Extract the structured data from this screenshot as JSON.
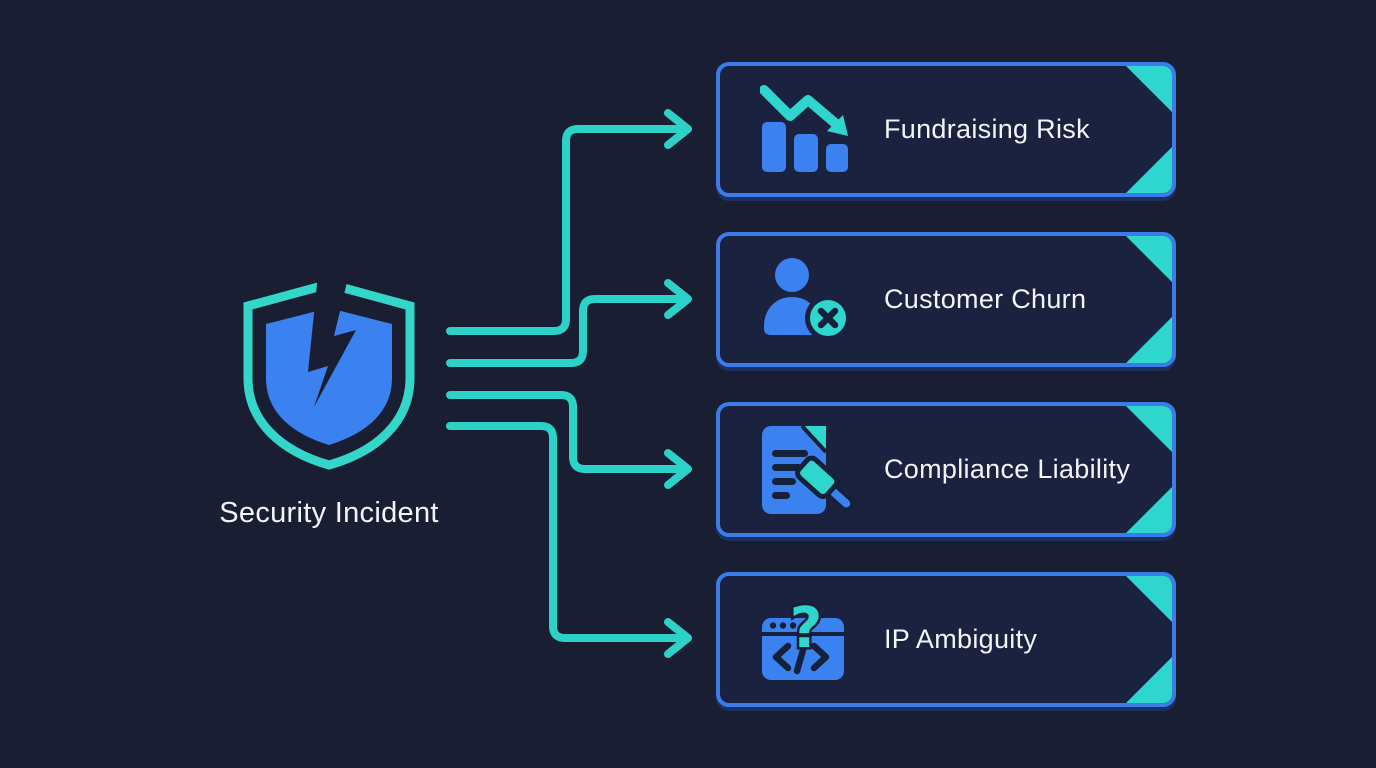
{
  "diagram": {
    "title": "Security Incident",
    "source_icon": "broken-shield-icon",
    "outcomes": [
      {
        "label": "Fundraising Risk",
        "icon": "declining-bar-chart-icon"
      },
      {
        "label": "Customer Churn",
        "icon": "user-churn-icon"
      },
      {
        "label": "Compliance Liability",
        "icon": "document-gavel-icon"
      },
      {
        "label": "IP Ambiguity",
        "icon": "code-window-question-icon"
      }
    ],
    "colors": {
      "background": "#191e33",
      "box_fill": "#1b2240",
      "box_border": "#3b7ceb",
      "teal_accent": "#2fd6ce",
      "blue_accent": "#3b82f0",
      "text": "#f2f4f8"
    }
  },
  "icons": {
    "question_glyph": "?"
  }
}
